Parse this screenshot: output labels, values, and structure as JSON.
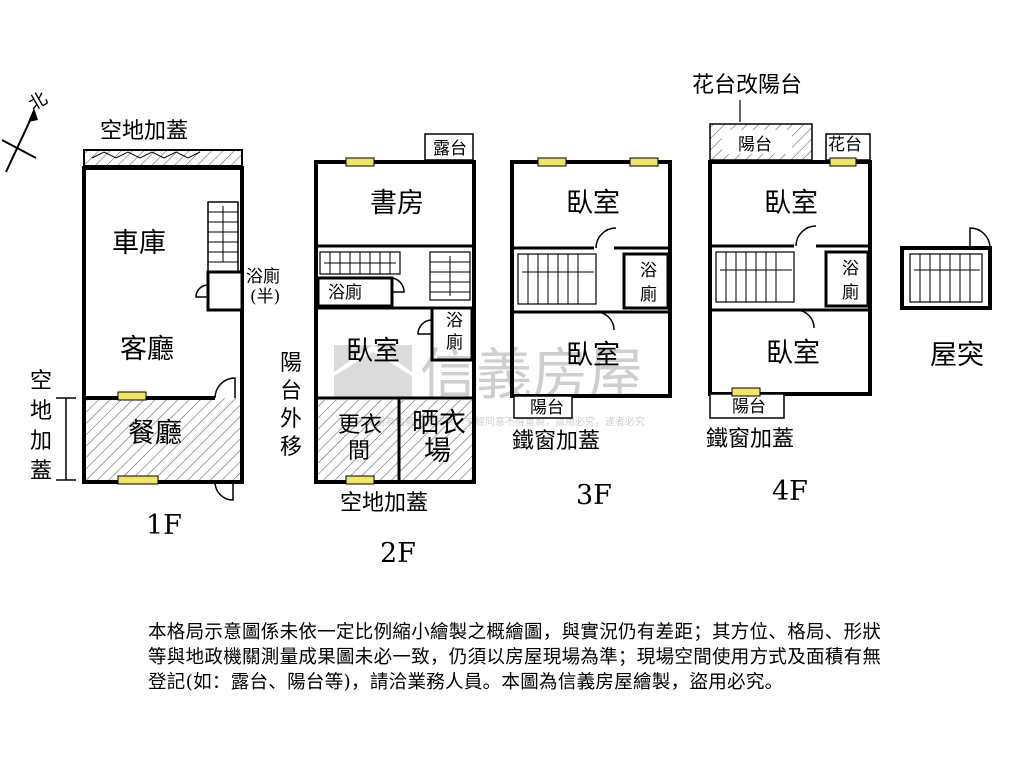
{
  "compass": {
    "label": "北"
  },
  "watermark": {
    "brand": "信義房屋",
    "notice": "本平面圖為信義房屋繪製，未經同意不得重製，盜用必究，違者必究"
  },
  "floor1": {
    "caption": "1F",
    "top_extension": "空地加蓋",
    "side_extension": [
      "空",
      "地",
      "加",
      "蓋"
    ],
    "garage": "車庫",
    "half_bath": "浴廁",
    "half_bath_note": "(半)",
    "living": "客廳",
    "dining": "餐廳"
  },
  "floor2": {
    "caption": "2F",
    "terrace": "露台",
    "study": "書房",
    "bath1": "浴廁",
    "bath2": [
      "浴",
      "廁"
    ],
    "bedroom": "臥室",
    "balcony_moved": [
      "陽",
      "台",
      "外",
      "移"
    ],
    "closet": [
      "更衣",
      "間"
    ],
    "laundry": [
      "晒衣",
      "場"
    ],
    "bottom_extension": "空地加蓋"
  },
  "floor3": {
    "caption": "3F",
    "bedroom1": "臥室",
    "bath": [
      "浴",
      "廁"
    ],
    "bedroom2": "臥室",
    "balcony": "陽台",
    "iron_window": "鐵窗加蓋"
  },
  "floor4": {
    "caption": "4F",
    "top_note": "花台改陽台",
    "balcony_top": "陽台",
    "planter": "花台",
    "bedroom1": "臥室",
    "bath": [
      "浴",
      "廁"
    ],
    "bedroom2": "臥室",
    "balcony": "陽台",
    "iron_window": "鐵窗加蓋"
  },
  "roof": {
    "caption": "屋突"
  },
  "disclaimer": {
    "line1": "本格局示意圖係未依一定比例縮小繪製之概繪圖，與實況仍有差距；其方位、格局、形狀",
    "line2": "等與地政機關測量成果圖未必一致，仍須以房屋現場為準；現場空間使用方式及面積有無",
    "line3": "登記(如：露台、陽台等)，請洽業務人員。本圖為信義房屋繪製，盜用必究。"
  },
  "colors": {
    "window": "#f2e36a",
    "wall": "#000000",
    "hatch": "#555555"
  }
}
